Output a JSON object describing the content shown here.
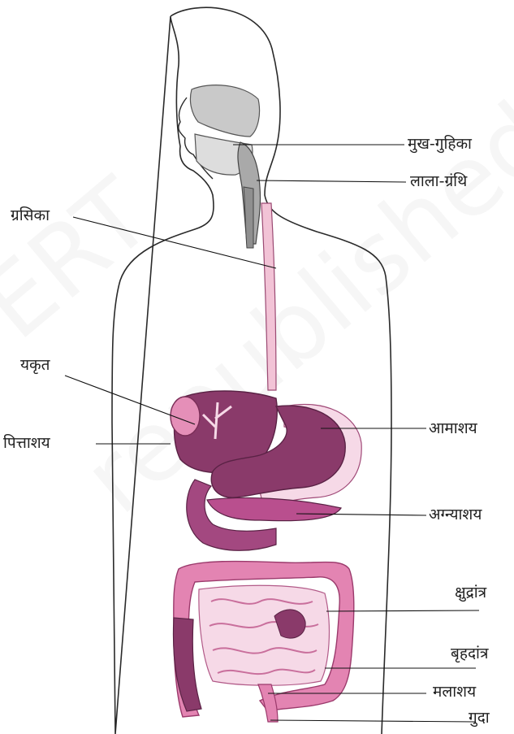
{
  "labels": {
    "mouth": "मुख-गुहिका",
    "salivary": "लाला-ग्रंथि",
    "esophagus": "ग्रसिका",
    "liver": "यकृत",
    "gallbladder": "पित्ताशय",
    "stomach": "आमाशय",
    "pancreas": "अग्न्याशय",
    "small_intestine": "क्षुद्रांत्र",
    "large_intestine": "बृहदांत्र",
    "rectum": "मलाशय",
    "anus": "गुदा"
  },
  "watermark": {
    "line1": "ERT",
    "line2": "republished"
  },
  "colors": {
    "outline": "#2a2a2a",
    "organ_dark": "#8a3a6a",
    "organ_mid": "#b94f8e",
    "organ_light": "#e7a6c6",
    "organ_pale": "#f6d9e7",
    "gray": "#c9c9c9"
  }
}
